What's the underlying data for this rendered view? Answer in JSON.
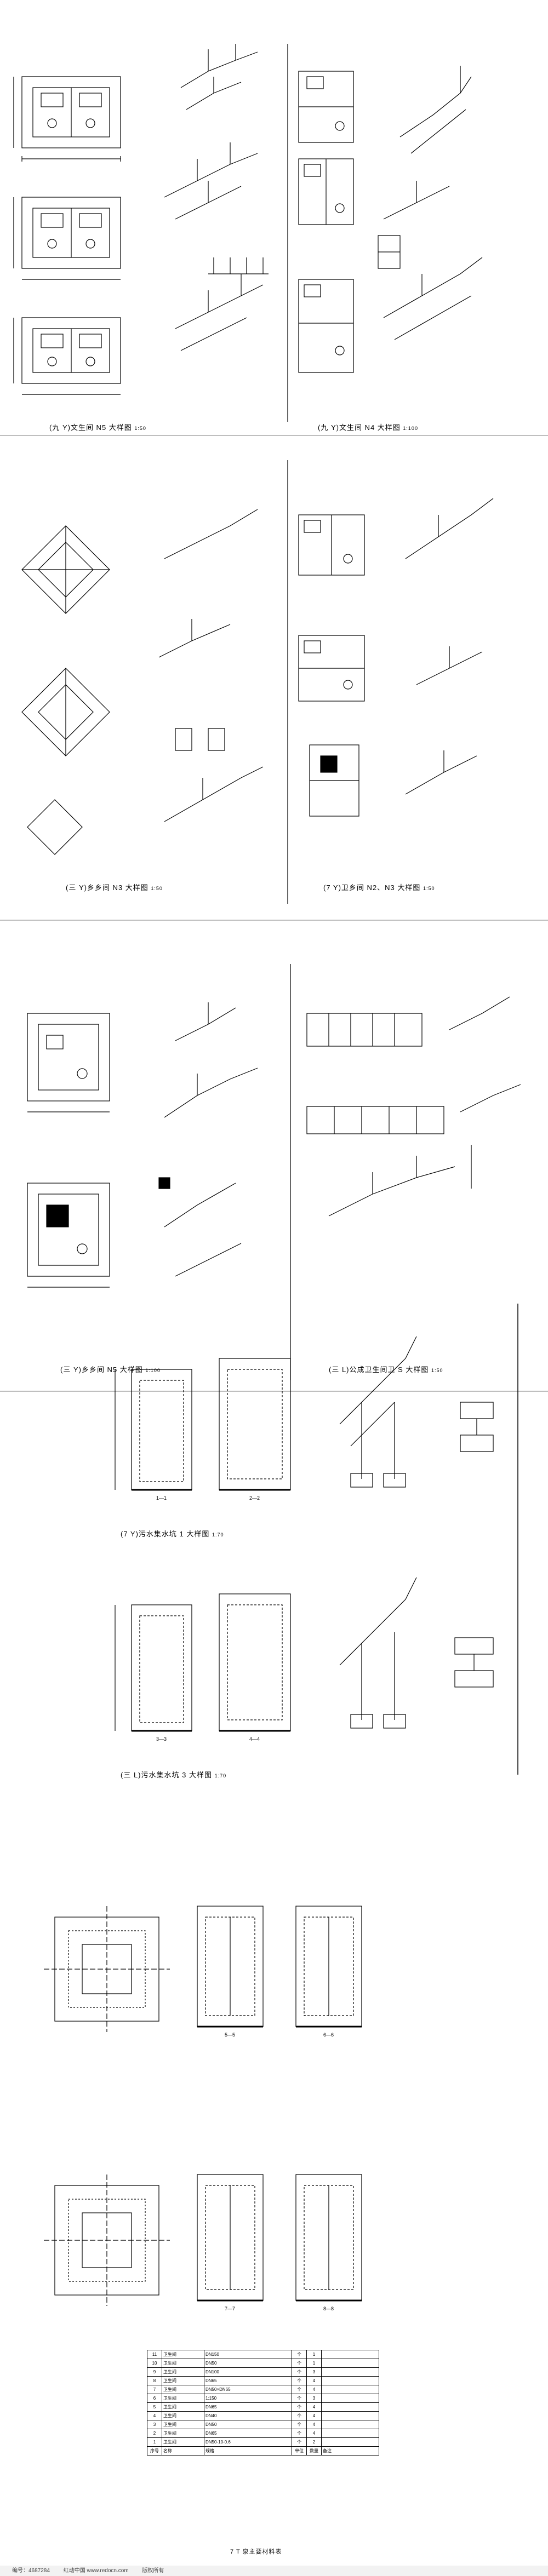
{
  "captions": [
    {
      "id": "c1",
      "text": "(九 Y)文生间 N5 大样图",
      "scale": "1:50"
    },
    {
      "id": "c2",
      "text": "(九 Y)文生间 N4 大样图",
      "scale": "1:100"
    },
    {
      "id": "c3",
      "text": "(三 Y)乡乡间 N3 大样图",
      "scale": "1:50"
    },
    {
      "id": "c4",
      "text": "(7 Y)卫乡间 N2、N3 大样图",
      "scale": "1:50"
    },
    {
      "id": "c5",
      "text": "(三 Y)乡乡间 N5 大样图",
      "scale": "1:100"
    },
    {
      "id": "c6",
      "text": "(三 L)公成卫生间卫 S 大样图",
      "scale": "1:50"
    },
    {
      "id": "c7",
      "text": "(7 Y)污水集水坑 1 大样图",
      "scale": "1:70"
    },
    {
      "id": "c8",
      "text": "(三 L)污水集水坑 3 大样图",
      "scale": "1:70"
    }
  ],
  "section_labels": [
    "1—1",
    "2—2",
    "3—3",
    "4—4",
    "5—5",
    "6—6",
    "7—7",
    "8—8"
  ],
  "table": {
    "title": "7 T 泉主要材料表",
    "rows": [
      [
        "11",
        "卫生间",
        "DN150",
        "个",
        "1",
        ""
      ],
      [
        "10",
        "卫生间",
        "DN50",
        "个",
        "1",
        ""
      ],
      [
        "9",
        "卫生间",
        "DN100",
        "个",
        "3",
        ""
      ],
      [
        "8",
        "卫生间",
        "DN65",
        "个",
        "4",
        ""
      ],
      [
        "7",
        "卫生间",
        "DN50×DN65",
        "个",
        "4",
        ""
      ],
      [
        "6",
        "卫生间",
        "1:150",
        "个",
        "3",
        ""
      ],
      [
        "5",
        "卫生间",
        "DN65",
        "个",
        "4",
        ""
      ],
      [
        "4",
        "卫生间",
        "DN40",
        "个",
        "4",
        ""
      ],
      [
        "3",
        "卫生间",
        "DN50",
        "个",
        "4",
        ""
      ],
      [
        "2",
        "卫生间",
        "DN65",
        "个",
        "4",
        ""
      ],
      [
        "1",
        "卫生间",
        "DN50-10-0.6",
        "个",
        "2",
        ""
      ]
    ],
    "header": [
      "序号",
      "名称",
      "规格",
      "单位",
      "数量",
      "备注"
    ]
  },
  "footer": {
    "id_text": "编号：4687284",
    "site": "红动中国 www.redocn.com",
    "note": "版权所有"
  }
}
